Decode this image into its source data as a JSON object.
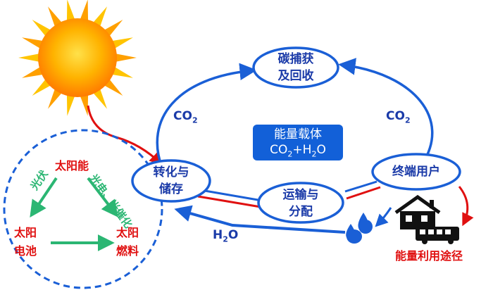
{
  "nodes": {
    "capture_line1": "碳捕获",
    "capture_line2": "及回收",
    "convert_line1": "转化与",
    "convert_line2": "储存",
    "transport_line1": "运输与",
    "transport_line2": "分配",
    "enduser": "终端用户"
  },
  "carrier": {
    "line1": "能量载体",
    "line2_prefix": "CO",
    "line2_sub1": "2",
    "line2_mid": "+H",
    "line2_sub2": "2",
    "line2_suffix": "O"
  },
  "flow_labels": {
    "co2_left_base": "CO",
    "co2_left_sub": "2",
    "co2_right_base": "CO",
    "co2_right_sub": "2",
    "h2o_base": "H",
    "h2o_sub": "2",
    "h2o_suffix": "O"
  },
  "triangle": {
    "solar_energy": "太阳能",
    "solar_cell_line1": "太阳",
    "solar_cell_line2": "电池",
    "solar_fuel_line1": "太阳",
    "solar_fuel_line2": "燃料",
    "photovoltaic": "光伏",
    "photo_catalysis": "光电、光催化"
  },
  "energy_use": "能量利用途径",
  "colors": {
    "blue": "#1a5fd6",
    "dark_blue_text": "#1a3aa8",
    "red": "#e01010",
    "green": "#2bb673",
    "sun_core": "#ffb400",
    "carrier_bg": "#1260d8"
  }
}
